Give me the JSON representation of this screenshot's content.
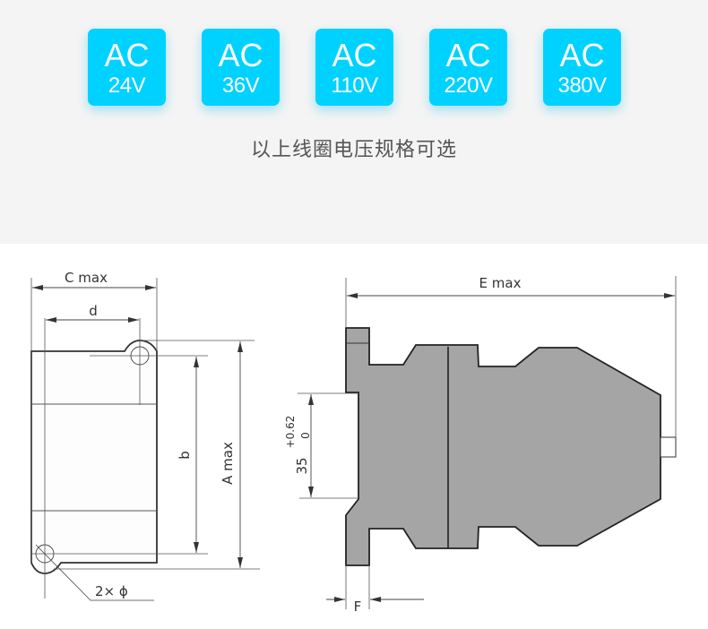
{
  "coil_voltages": {
    "badges": [
      {
        "type": "AC",
        "voltage": "24V"
      },
      {
        "type": "AC",
        "voltage": "36V"
      },
      {
        "type": "AC",
        "voltage": "110V"
      },
      {
        "type": "AC",
        "voltage": "220V"
      },
      {
        "type": "AC",
        "voltage": "380V"
      }
    ],
    "caption": "以上线圈电压规格可选",
    "badge_color": "#00d2ff",
    "band_color": "#f4f4f4"
  },
  "front_view": {
    "labels": {
      "c_max": "C max",
      "d": "d",
      "b": "b",
      "a_max": "A max",
      "holes": "2× ϕ"
    }
  },
  "side_view": {
    "labels": {
      "e_max": "E max",
      "rail_width": "35",
      "tolerance_upper": "+0.62",
      "tolerance_lower": "0",
      "f": "F"
    },
    "body_color": "#a5a5a5"
  }
}
